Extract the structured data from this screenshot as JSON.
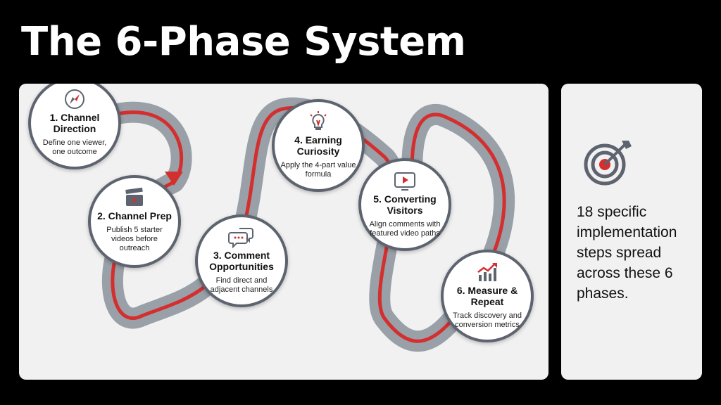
{
  "title": "The 6-Phase System",
  "phases": [
    {
      "title": "1. Channel Direction",
      "description": "Define one viewer, one outcome",
      "icon": "compass-icon"
    },
    {
      "title": "2. Channel Prep",
      "description": "Publish 5 starter videos before outreach",
      "icon": "clapperboard-icon"
    },
    {
      "title": "3. Comment Opportunities",
      "description": "Find direct and adjacent channels",
      "icon": "chat-bubbles-icon"
    },
    {
      "title": "4. Earning Curiosity",
      "description": "Apply the 4-part value formula",
      "icon": "lightbulb-icon"
    },
    {
      "title": "5. Converting Visitors",
      "description": "Align comments with featured video paths",
      "icon": "video-play-icon"
    },
    {
      "title": "6. Measure & Repeat",
      "description": "Track discovery and conversion metrics",
      "icon": "growth-chart-icon"
    }
  ],
  "summary": {
    "text": "18 specific implementation steps spread across these 6 phases.",
    "icon": "target-arrow-icon"
  },
  "colors": {
    "accent": "#d32f2f",
    "track": "#9aa0a8",
    "ring": "#5d6470",
    "panel": "#f1f1f1",
    "background": "#000000"
  }
}
